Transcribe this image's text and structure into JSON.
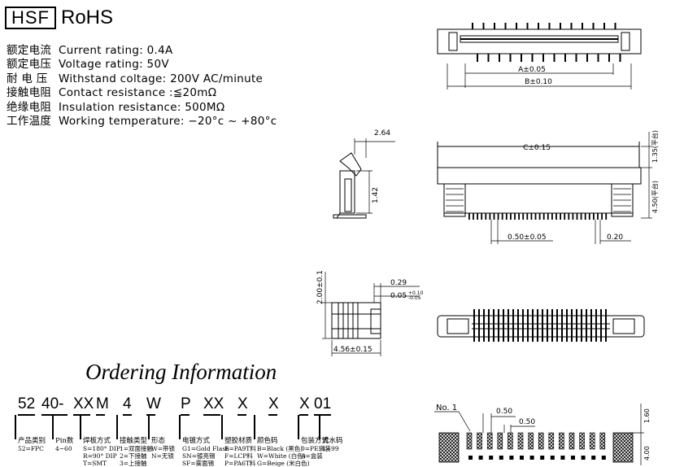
{
  "brand": {
    "logo": "HSF",
    "compliance": "RoHS"
  },
  "specs": [
    {
      "cn": "额定电流",
      "en": "Current rating: 0.4A"
    },
    {
      "cn": "额定电压",
      "en": "Voltage rating: 50V"
    },
    {
      "cn": "耐 电 压",
      "en": "Withstand coltage: 200V AC/minute"
    },
    {
      "cn": "接触电阻",
      "en": "Contact resistance :≦20mΩ"
    },
    {
      "cn": "绝缘电阻",
      "en": "Insulation resistance: 500MΩ"
    },
    {
      "cn": "工作温度",
      "en": "Working temperature: −20°c ~ +80°c"
    }
  ],
  "dimensions": {
    "a": "A±0.05",
    "b": "B±0.10",
    "c": "C±0.15",
    "side_top": "2.64",
    "side_height": "1.42",
    "right_135": "1.35(平台)",
    "right_450": "4.50(平台)",
    "pitch": "0.50±0.05",
    "pin_w": "0.20",
    "side2_height": "2.00±0.1",
    "side2_t1": "0.29",
    "side2_t2": "0.05",
    "side2_tol_up": "+0.10",
    "side2_tol_dn": "-0.05",
    "side2_width": "4.56±0.15",
    "pad_no": "No. 1",
    "pad_p1": "0.50",
    "pad_p2": "0.50",
    "pad_h": "1.60",
    "pad_total": "4.00"
  },
  "ordering": {
    "title": "Ordering Information",
    "parts": [
      "52",
      "40-",
      "XX",
      "M",
      "4",
      "W",
      "P",
      "XX",
      "X",
      "X",
      "X",
      "01"
    ],
    "labels": [
      {
        "head": "产品类别",
        "lines": [
          "52=FPC"
        ]
      },
      {
        "head": "Pin数",
        "lines": [
          "4~60"
        ]
      },
      {
        "head": "焊板方式",
        "lines": [
          "S=180° DIP",
          "R=90° DIP",
          "T=SMT"
        ]
      },
      {
        "head": "接触类型",
        "lines": [
          "1=双面接触",
          "2=下接触",
          "3=上接触"
        ]
      },
      {
        "head": "形态",
        "lines": [
          "W=带锁",
          "N=无锁"
        ]
      },
      {
        "head": "电镀方式",
        "lines": [
          "G1=Gold Flash",
          "SN=镀亮锡",
          "SF=雾面锡"
        ]
      },
      {
        "head": "塑胶材质",
        "lines": [
          "E=PA9T料",
          "F=LCP料",
          "P=PA6T料"
        ]
      },
      {
        "head": "颜色码",
        "lines": [
          "B=Black (黑色)",
          "W=White (白色)",
          "G=Beige (米白色)"
        ]
      },
      {
        "head": "包装方式",
        "lines": [
          "0=PE袋装",
          "A=盒装"
        ]
      },
      {
        "head": "流水码",
        "lines": [
          "1~99"
        ]
      }
    ]
  }
}
